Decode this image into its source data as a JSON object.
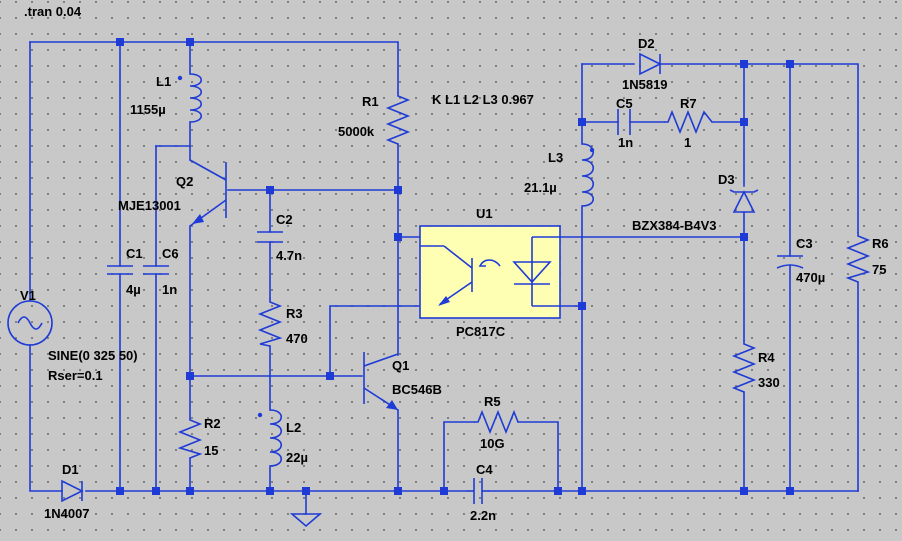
{
  "directives": {
    "tran": ".tran 0.04",
    "coupling": "K L1 L2 L3 0.967"
  },
  "components": {
    "V1": {
      "ref": "V1",
      "value_line1": "SINE(0 325 50)",
      "value_line2": "Rser=0.1"
    },
    "D1": {
      "ref": "D1",
      "value": "1N4007"
    },
    "C1": {
      "ref": "C1",
      "value": "4µ"
    },
    "C6": {
      "ref": "C6",
      "value": "1n"
    },
    "L1": {
      "ref": "L1",
      "value": "1155µ"
    },
    "Q2": {
      "ref": "Q2",
      "value": "MJE13001"
    },
    "R1": {
      "ref": "R1",
      "value": "5000k"
    },
    "C2": {
      "ref": "C2",
      "value": "4.7n"
    },
    "R3": {
      "ref": "R3",
      "value": "470"
    },
    "R2": {
      "ref": "R2",
      "value": "15"
    },
    "L2": {
      "ref": "L2",
      "value": "22µ"
    },
    "Q1": {
      "ref": "Q1",
      "value": "BC546B"
    },
    "U1": {
      "ref": "U1",
      "value": "PC817C"
    },
    "R5": {
      "ref": "R5",
      "value": "10G"
    },
    "C4": {
      "ref": "C4",
      "value": "2.2n"
    },
    "D2": {
      "ref": "D2",
      "value": "1N5819"
    },
    "C5": {
      "ref": "C5",
      "value": "1n"
    },
    "R7": {
      "ref": "R7",
      "value": "1"
    },
    "L3": {
      "ref": "L3",
      "value": "21.1µ"
    },
    "D3": {
      "ref": "D3",
      "value": "BZX384-B4V3"
    },
    "C3": {
      "ref": "C3",
      "value": "470µ"
    },
    "R6": {
      "ref": "R6",
      "value": "75"
    },
    "R4": {
      "ref": "R4",
      "value": "330"
    }
  },
  "colors": {
    "wire": "#1e3bd6",
    "background": "#c8c8c8",
    "grid_dot": "#6e6e6e",
    "optocoupler_fill": "#ffffb4",
    "label": "#000000"
  }
}
